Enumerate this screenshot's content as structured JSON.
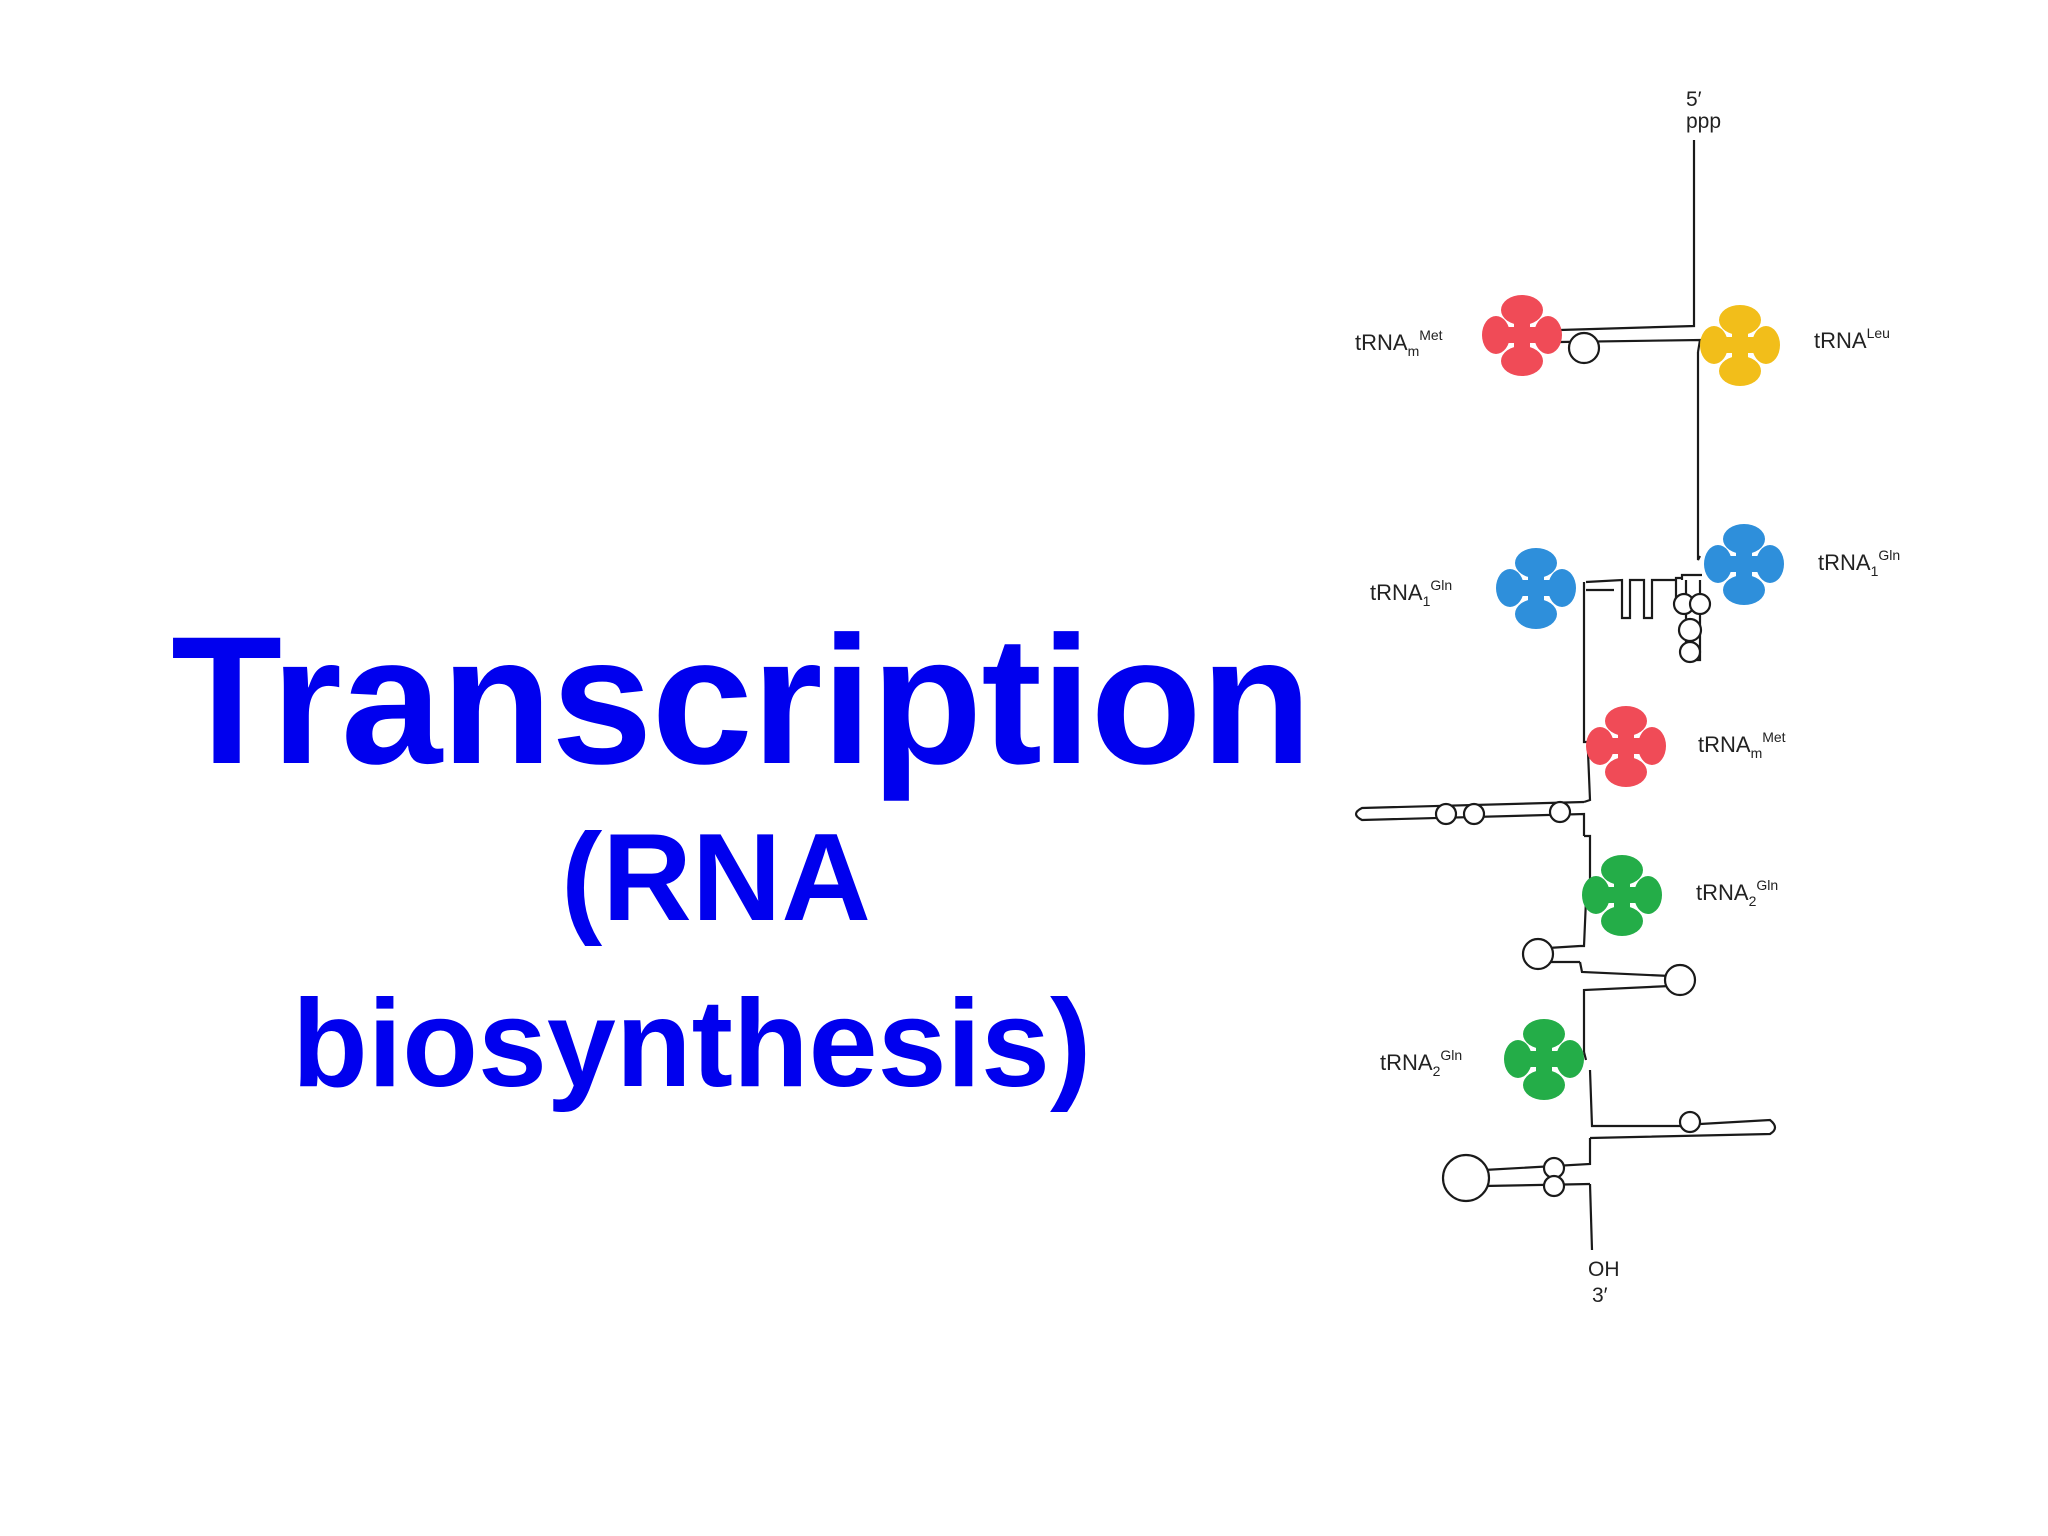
{
  "title": {
    "main": "Transcription",
    "sub_line1": "(RNA",
    "sub_line2": "biosynthesis)"
  },
  "diagram": {
    "five_prime": "5′",
    "five_prime_group": "ppp",
    "three_prime_group": "OH",
    "three_prime": "3′",
    "labels": [
      {
        "base": "tRNA",
        "sub": "m",
        "sup": "Met"
      },
      {
        "base": "tRNA",
        "sub": "",
        "sup": "Leu"
      },
      {
        "base": "tRNA",
        "sub": "1",
        "sup": "Gln"
      },
      {
        "base": "tRNA",
        "sub": "1",
        "sup": "Gln"
      },
      {
        "base": "tRNA",
        "sub": "m",
        "sup": "Met"
      },
      {
        "base": "tRNA",
        "sub": "2",
        "sup": "Gln"
      },
      {
        "base": "tRNA",
        "sub": "2",
        "sup": "Gln"
      }
    ],
    "colors": {
      "title": "#0000ee",
      "met": "#f04b57",
      "leu": "#f2be1a",
      "gln1": "#2e8fdb",
      "gln2": "#24ad48",
      "line": "#1a1a1a"
    }
  }
}
